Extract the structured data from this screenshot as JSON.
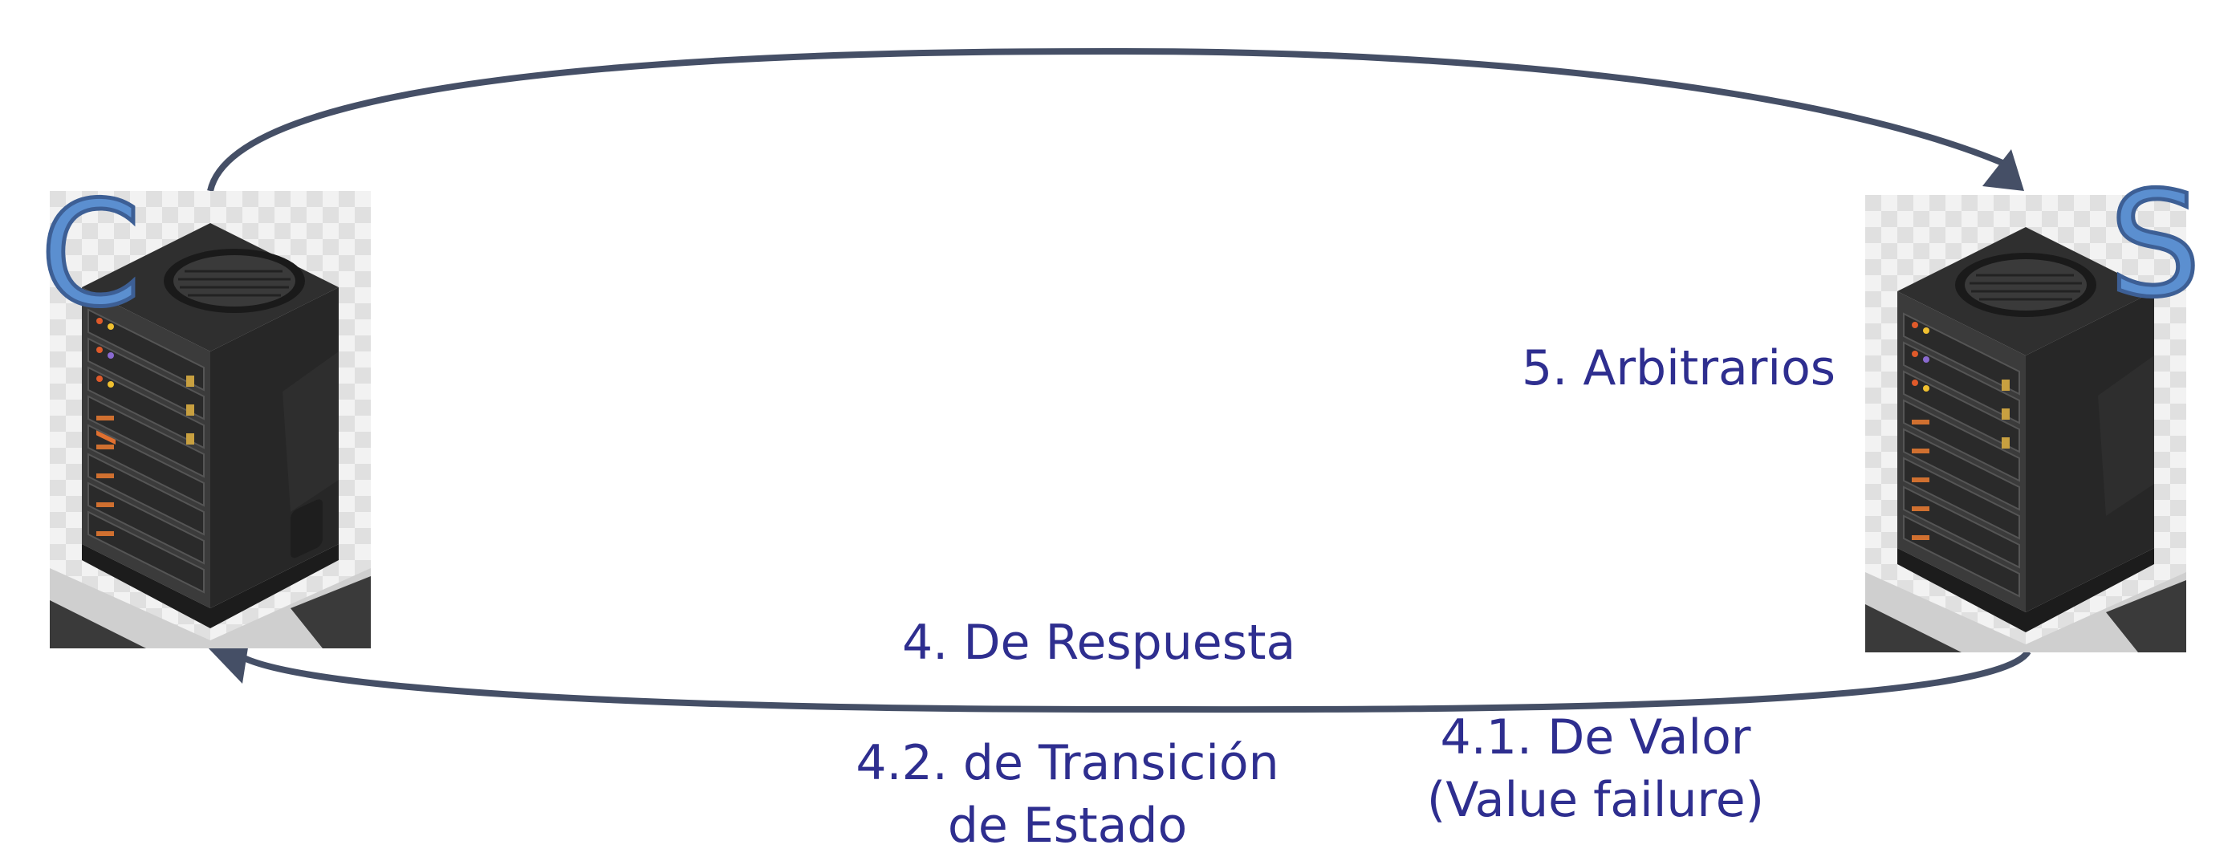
{
  "diagram": {
    "nodes": {
      "client": {
        "letter": "C",
        "icon": "server-rack-icon"
      },
      "server": {
        "letter": "S",
        "icon": "server-rack-icon"
      }
    },
    "labels": {
      "arbitrarios": "5. Arbitrarios",
      "respuesta": "4. De Respuesta",
      "valor_line1": "4.1. De Valor",
      "valor_line2": "(Value failure)",
      "transicion_line1": "4.2. de Transición",
      "transicion_line2": "de Estado"
    },
    "colors": {
      "arrow": "#454f66",
      "label_text": "#2e2e8f",
      "letter_fill": "#5b8fd0"
    }
  }
}
